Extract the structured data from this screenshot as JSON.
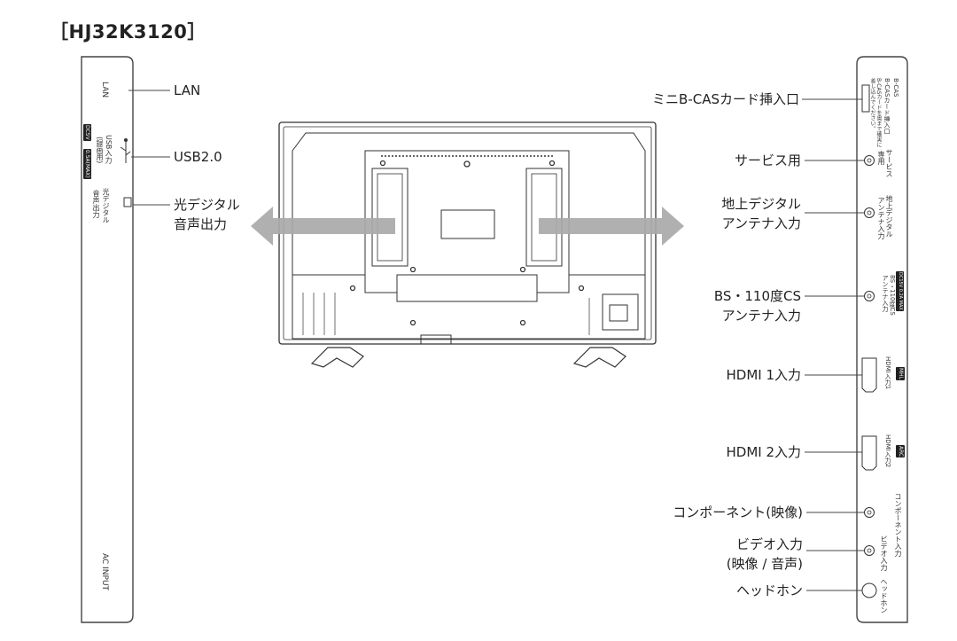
{
  "model": "［HJ32K3120］",
  "left_panel": {
    "labels": {
      "lan": "LAN",
      "usb": "USB2.0",
      "optical_line1": "光デジタル",
      "optical_line2": "音声出力"
    },
    "panel_text": {
      "lan": "LAN",
      "usb_line1": "USB入力",
      "usb_line2": "(録画用)",
      "usb_badge1": "DC5V",
      "usb_badge2": "0.5A(MAX)",
      "optical_line1": "光デジタル",
      "optical_line2": "音声出力",
      "ac_input": "AC INPUT"
    }
  },
  "right_panel": {
    "labels": {
      "bcas": "ミニB-CASカード挿入口",
      "service": "サービス用",
      "terrestrial_line1": "地上デジタル",
      "terrestrial_line2": "アンテナ入力",
      "bs_line1": "BS・110度CS",
      "bs_line2": "アンテナ入力",
      "hdmi1": "HDMI 1入力",
      "hdmi2": "HDMI 2入力",
      "component": "コンポーネント(映像)",
      "video_line1": "ビデオ入力",
      "video_line2": "(映像 / 音声)",
      "headphone": "ヘッドホン"
    },
    "panel_text": {
      "bcas_line1": "B-CASカード挿入口",
      "bcas_line2": "B-CASカードを奥まで確実に",
      "bcas_line3": "差し込んでください。",
      "bcas_logo": "B-CAS",
      "service_line1": "サービス",
      "service_line2": "専用",
      "terrestrial_line1": "地上デジタル",
      "terrestrial_line2": "アンテナ入力",
      "bs_line1": "BS・110度CS",
      "bs_line2": "アンテナ入力",
      "bs_badge": "DC15V 0.2A MAX",
      "hdmi1_text": "HDMI入力1",
      "hdmi1_badge": "MHL",
      "hdmi2_text": "HDMI入力2",
      "hdmi2_badge": "ARC",
      "component_text": "コンポーネント入力",
      "video_text": "ビデオ入力",
      "headphone_text": "ヘッドホン"
    }
  },
  "colors": {
    "line": "#444444",
    "arrow": "#aaaaaa",
    "badge": "#222222"
  }
}
